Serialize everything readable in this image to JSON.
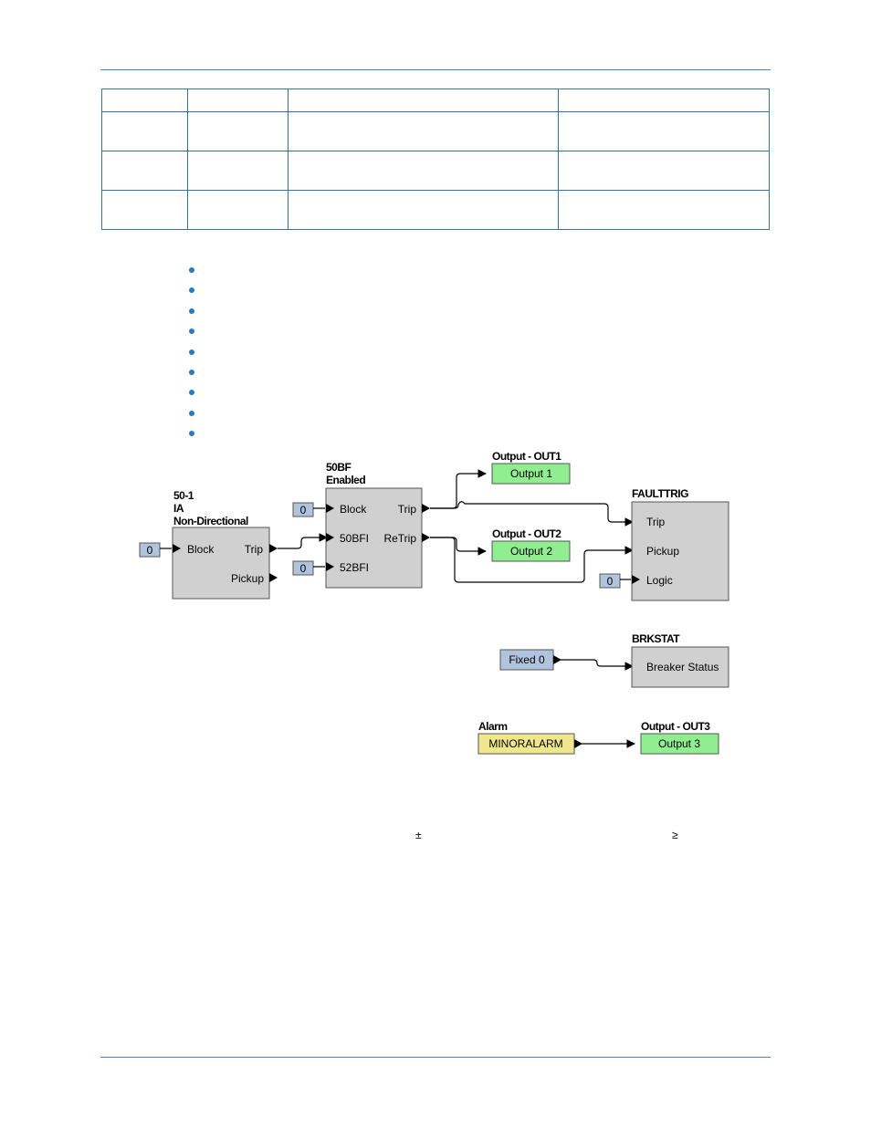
{
  "table": {
    "rows": 4,
    "columns": 4
  },
  "bullet_count": 9,
  "symbols": {
    "plus_minus": "±",
    "greater_equal": "≥"
  },
  "diagram": {
    "block_50_1": {
      "title": [
        "50-1",
        "IA",
        "Non-Directional"
      ],
      "inputs": [
        "Block"
      ],
      "outputs": [
        "Trip",
        "Pickup"
      ]
    },
    "block_50bf": {
      "title": [
        "50BF",
        "Enabled"
      ],
      "inputs": [
        "Block",
        "50BFI",
        "52BFI"
      ],
      "outputs": [
        "Trip",
        "ReTrip"
      ]
    },
    "block_faulttrig": {
      "title": "FAULTTRIG",
      "inputs": [
        "Trip",
        "Pickup",
        "Logic"
      ]
    },
    "block_brkstat": {
      "title": "BRKSTAT",
      "inputs": [
        "Breaker Status"
      ]
    },
    "output_out1": {
      "title": "Output - OUT1",
      "label": "Output 1"
    },
    "output_out2": {
      "title": "Output - OUT2",
      "label": "Output 2"
    },
    "output_out3": {
      "title": "Output - OUT3",
      "label": "Output 3"
    },
    "alarm": {
      "title": "Alarm",
      "label": "MINORALARM"
    },
    "fixed": {
      "label": "Fixed 0"
    },
    "const_zero": "0"
  },
  "colors": {
    "rule": "#4f86b4",
    "table_border": "#2e74b5",
    "bullet": "#1f7cc6",
    "block_fill": "#d0d0d0",
    "output_fill": "#90ee90",
    "input_fill": "#b0c4de",
    "alarm_fill": "#f0e68c"
  }
}
